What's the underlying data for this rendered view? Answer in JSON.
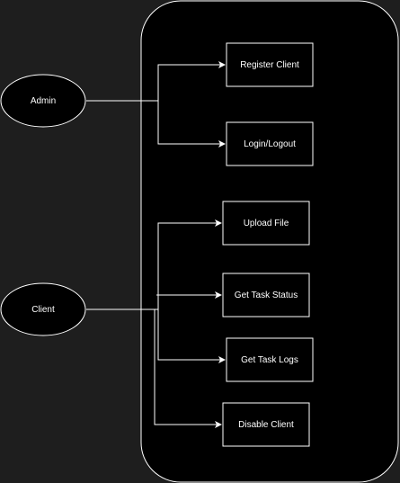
{
  "diagram": {
    "actors": [
      {
        "id": "admin",
        "label": "Admin"
      },
      {
        "id": "client",
        "label": "Client"
      }
    ],
    "use_cases": [
      {
        "id": "register-client",
        "label": "Register Client"
      },
      {
        "id": "login-logout",
        "label": "Login/Logout"
      },
      {
        "id": "upload-file",
        "label": "Upload File"
      },
      {
        "id": "get-task-status",
        "label": "Get Task Status"
      },
      {
        "id": "get-task-logs",
        "label": "Get Task Logs"
      },
      {
        "id": "disable-client",
        "label": "Disable Client"
      }
    ],
    "connections": [
      {
        "from": "admin",
        "to": "register-client"
      },
      {
        "from": "admin",
        "to": "login-logout"
      },
      {
        "from": "client",
        "to": "upload-file"
      },
      {
        "from": "client",
        "to": "get-task-status"
      },
      {
        "from": "client",
        "to": "get-task-logs"
      },
      {
        "from": "client",
        "to": "disable-client"
      }
    ],
    "colors": {
      "background": "#1e1e1e",
      "shape_fill": "#000000",
      "stroke": "#ffffff",
      "text": "#ffffff"
    }
  }
}
